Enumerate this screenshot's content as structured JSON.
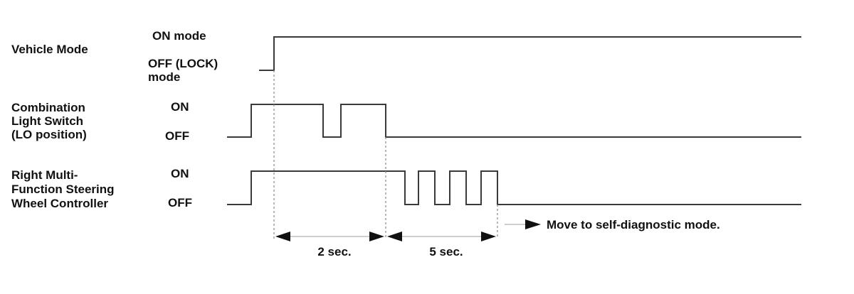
{
  "signals": [
    {
      "name": "Vehicle Mode",
      "high_label": "ON mode",
      "low_label_lines": [
        "OFF (LOCK)",
        "mode"
      ]
    },
    {
      "name_lines": [
        "Combination",
        "Light Switch",
        "(LO position)"
      ],
      "high_label": "ON",
      "low_label": "OFF"
    },
    {
      "name_lines": [
        "Right Multi-",
        "Function Steering",
        "Wheel Controller"
      ],
      "high_label": "ON",
      "low_label": "OFF"
    }
  ],
  "intervals": [
    {
      "label": "2 sec."
    },
    {
      "label": "5 sec."
    }
  ],
  "result_note": "Move to self-diagnostic mode."
}
